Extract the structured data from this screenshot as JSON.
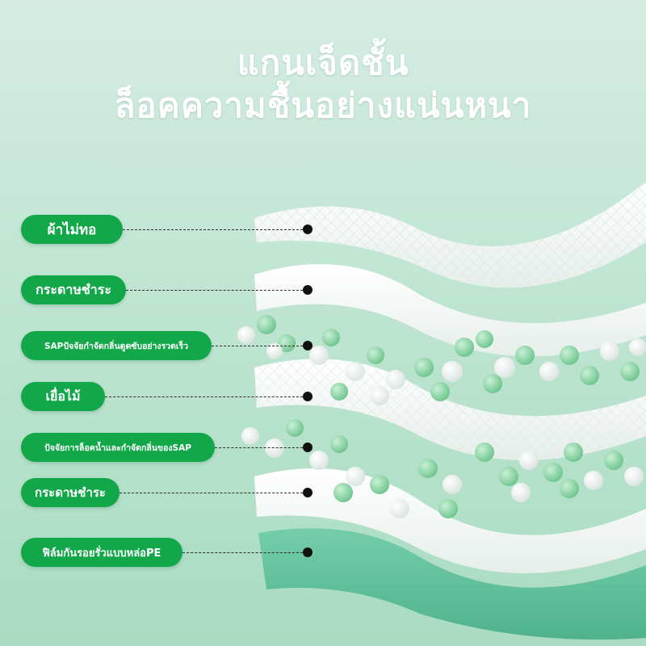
{
  "headline": {
    "line1": "แกนเจ็ดชั้น",
    "line2": "ล็อคความชื้นอย่างแน่นหนา"
  },
  "colors": {
    "label_bg": "#12a84a",
    "label_text": "#ffffff",
    "background_top": "#d6ece3",
    "background_bottom": "#a9dcc2",
    "bead_green": "#8fd6a6",
    "bead_white": "#ffffff",
    "bottom_film": "#5fbf9c"
  },
  "layers": [
    {
      "label": "ผ้าไม่ทอ"
    },
    {
      "label": "กระดาษชำระ"
    },
    {
      "label": "SAPปัจจัยกำจัดกลิ่นดูดซับอย่างรวดเร็ว"
    },
    {
      "label": "เยื่อไม้"
    },
    {
      "label": "ปัจจัยการล็อคน้ำและกำจัดกลิ่นของSAP"
    },
    {
      "label": "กระดาษชำระ"
    },
    {
      "label": "ฟิล์มกันรอยรั่วแบบหล่อPE"
    }
  ]
}
